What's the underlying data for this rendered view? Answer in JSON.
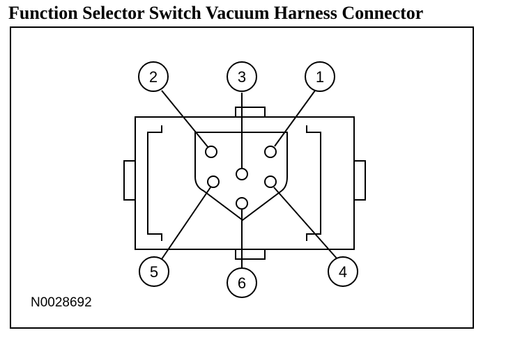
{
  "title": "Function Selector Switch Vacuum Harness Connector",
  "part_number": "N0028692",
  "callouts": [
    {
      "id": "1",
      "label": "1"
    },
    {
      "id": "2",
      "label": "2"
    },
    {
      "id": "3",
      "label": "3"
    },
    {
      "id": "4",
      "label": "4"
    },
    {
      "id": "5",
      "label": "5"
    },
    {
      "id": "6",
      "label": "6"
    }
  ]
}
